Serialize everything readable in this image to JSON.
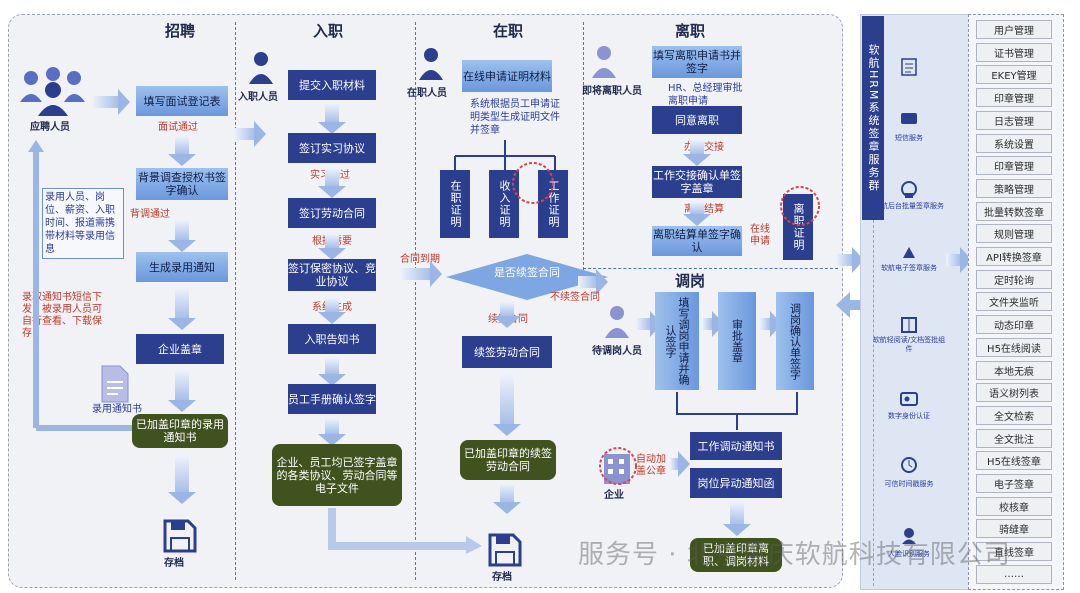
{
  "sections": {
    "recruit": "招聘",
    "onboard": "入职",
    "employed": "在职",
    "leave": "离职",
    "transfer": "调岗"
  },
  "roles": {
    "applicant": "应聘人员",
    "new_hire": "入职人员",
    "employee": "在职人员",
    "leaver": "即将离职人员",
    "transferee": "待调岗人员",
    "company": "企业"
  },
  "recruit": {
    "step1": "填写面试登记表",
    "label1": "面试通过",
    "step2": "背景调查授权书签字确认",
    "label2": "背调通过",
    "info": "录用人员、岗位、薪资、入职时间、报道需携带材料等录用信息",
    "step3": "生成录用通知",
    "notice": "录取通知书短信下发，被录用人员可自行查看、下载保存",
    "step4": "企业盖章",
    "doc": "录用通知书",
    "result": "已加盖印章的录用通知书",
    "archive": "存档"
  },
  "onboard": {
    "step1": "提交入职材料",
    "step2": "签订实习协议",
    "label2": "实习通过",
    "step3": "签订劳动合同",
    "label3": "根据需要",
    "step4": "签订保密协议、竞业协议",
    "label4": "系统生成",
    "step5": "入职告知书",
    "step6": "员工手册确认签字",
    "result": "企业、员工均已签字盖章的各类协议、劳动合同等电子文件"
  },
  "employed": {
    "step1": "在线申请证明材料",
    "note": "系统根据员工申请证明类型生成证明文件并签章",
    "cert1": "在职证明",
    "cert2": "收入证明",
    "cert3": "工作证明",
    "expire": "合同到期",
    "decision": "是否续签合同",
    "renew_label": "续签合同",
    "no_renew": "不续签合同",
    "renew": "续签劳动合同",
    "result": "已加盖印章的续签劳动合同",
    "archive": "存档"
  },
  "leave": {
    "step1": "填写离职申请书并签字",
    "approval": "HR、总经理审批离职申请",
    "step2": "同意离职",
    "label2": "办理交接",
    "step3": "工作交接确认单签字盖章",
    "label3": "离职结算",
    "step4": "离职结算单签字确认",
    "online": "在线申请",
    "cert": "离职证明"
  },
  "transfer": {
    "step1": "填写调岗申请并确认签字",
    "step2": "审批盖章",
    "step3": "调岗确认单签字",
    "auto": "自动加盖公章",
    "doc1": "工作调动通知书",
    "doc2": "岗位异动通知函",
    "result": "已加盖印章离职、调岗材料"
  },
  "center": {
    "title": "软航HRM系统签章服务群"
  },
  "services": [
    "短信服务",
    "软航后台批量签章服务",
    "软航电子签章服务",
    "软航轻阅读/文档签批组件",
    "数字身份认证",
    "可信时间戳服务",
    "人脸识别服务"
  ],
  "right_panel": [
    "用户管理",
    "证书管理",
    "EKEY管理",
    "印章管理",
    "日志管理",
    "系统设置",
    "印章管理",
    "策略管理",
    "批量转数签章",
    "规则管理",
    "API转换签章",
    "定时轮询",
    "文件夹监听",
    "动态印章",
    "H5在线阅读",
    "本地无痕",
    "语义树列表",
    "全文检索",
    "全文批注",
    "H5在线签章",
    "电子签章",
    "校核章",
    "骑缝章",
    "直线签章",
    "……"
  ],
  "watermark": "服务号 · 北京重庆软航科技有限公司",
  "colors": {
    "dark_box": "#2c3f8f",
    "green_box": "#40531f",
    "red_text": "#c0392b",
    "blue_text": "#2a3ba0"
  }
}
